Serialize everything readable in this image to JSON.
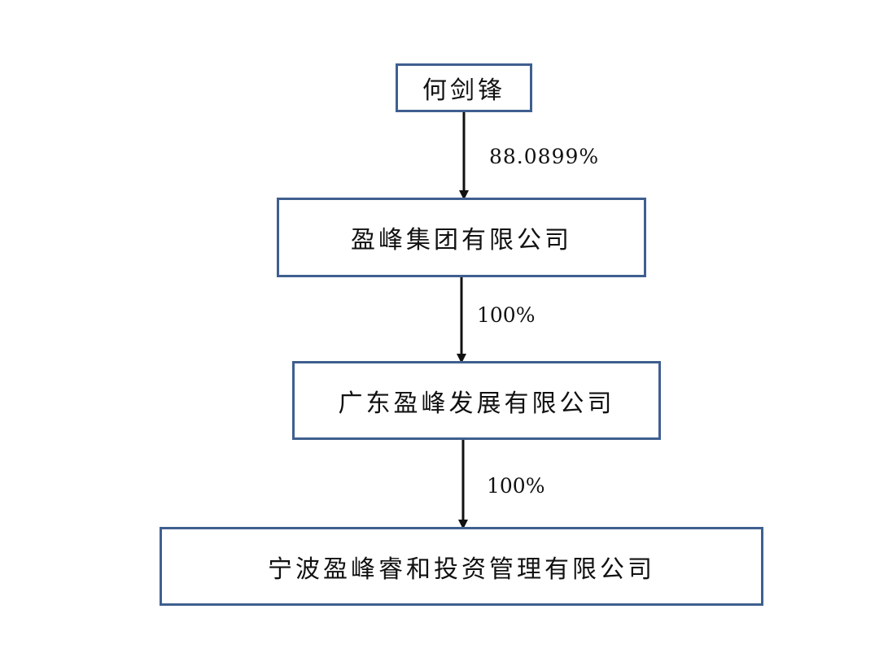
{
  "diagram": {
    "nodes": [
      {
        "id": "he-jianfeng",
        "label": "何剑锋"
      },
      {
        "id": "yingfeng-group",
        "label": "盈峰集团有限公司"
      },
      {
        "id": "guangdong-yingfeng-development",
        "label": "广东盈峰发展有限公司"
      },
      {
        "id": "ningbo-yingfeng-ruihe",
        "label": "宁波盈峰睿和投资管理有限公司"
      }
    ],
    "edges": [
      {
        "from": "he-jianfeng",
        "to": "yingfeng-group",
        "label": "88.0899%"
      },
      {
        "from": "yingfeng-group",
        "to": "guangdong-yingfeng-development",
        "label": "100%"
      },
      {
        "from": "guangdong-yingfeng-development",
        "to": "ningbo-yingfeng-ruihe",
        "label": "100%"
      }
    ],
    "colors": {
      "box_border": "#3f5f8f",
      "arrow": "#111111",
      "text": "#111111"
    }
  }
}
